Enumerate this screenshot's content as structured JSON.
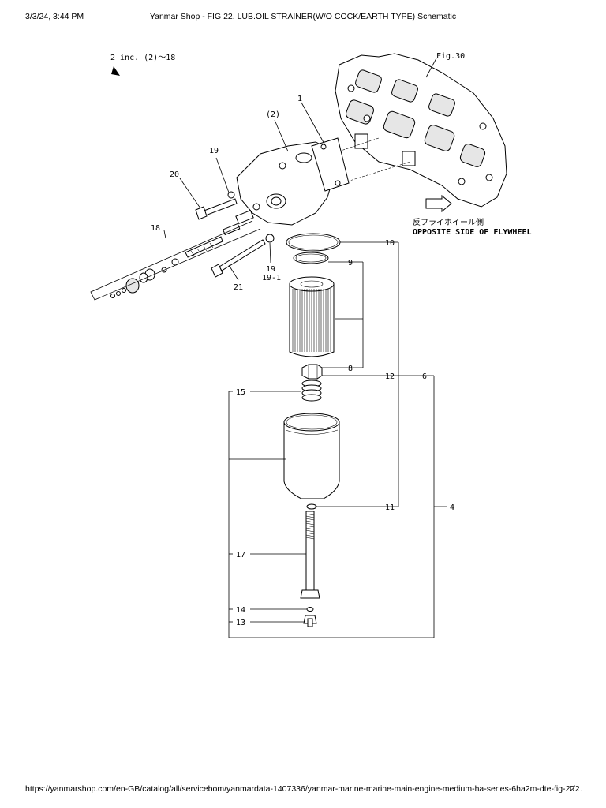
{
  "header": {
    "datetime": "3/3/24, 3:44 PM",
    "title": "Yanmar Shop - FIG 22. LUB.OIL STRAINER(W/O COCK/EARTH TYPE) Schematic"
  },
  "footer": {
    "url": "https://yanmarshop.com/en-GB/catalog/all/servicebom/yanmardata-1407336/yanmar-marine-marine-main-engine-medium-ha-series-6ha2m-dte-fig-22…",
    "page": "1/2"
  },
  "diagram": {
    "note_includes": "2 inc. (2)～18",
    "fig_ref": "Fig.30",
    "side_note_jp": "反フライホイール側",
    "side_note_en": "OPPOSITE SIDE OF FLYWHEEL",
    "callouts": {
      "c1": "1",
      "c2": "(2)",
      "c4": "4",
      "c6": "6",
      "c8": "8",
      "c9": "9",
      "c10": "10",
      "c11": "11",
      "c12": "12",
      "c13": "13",
      "c14": "14",
      "c15": "15",
      "c17": "17",
      "c18": "18",
      "c19a": "19",
      "c19b": "19",
      "c19_1": "19-1",
      "c20": "20",
      "c21": "21"
    }
  }
}
